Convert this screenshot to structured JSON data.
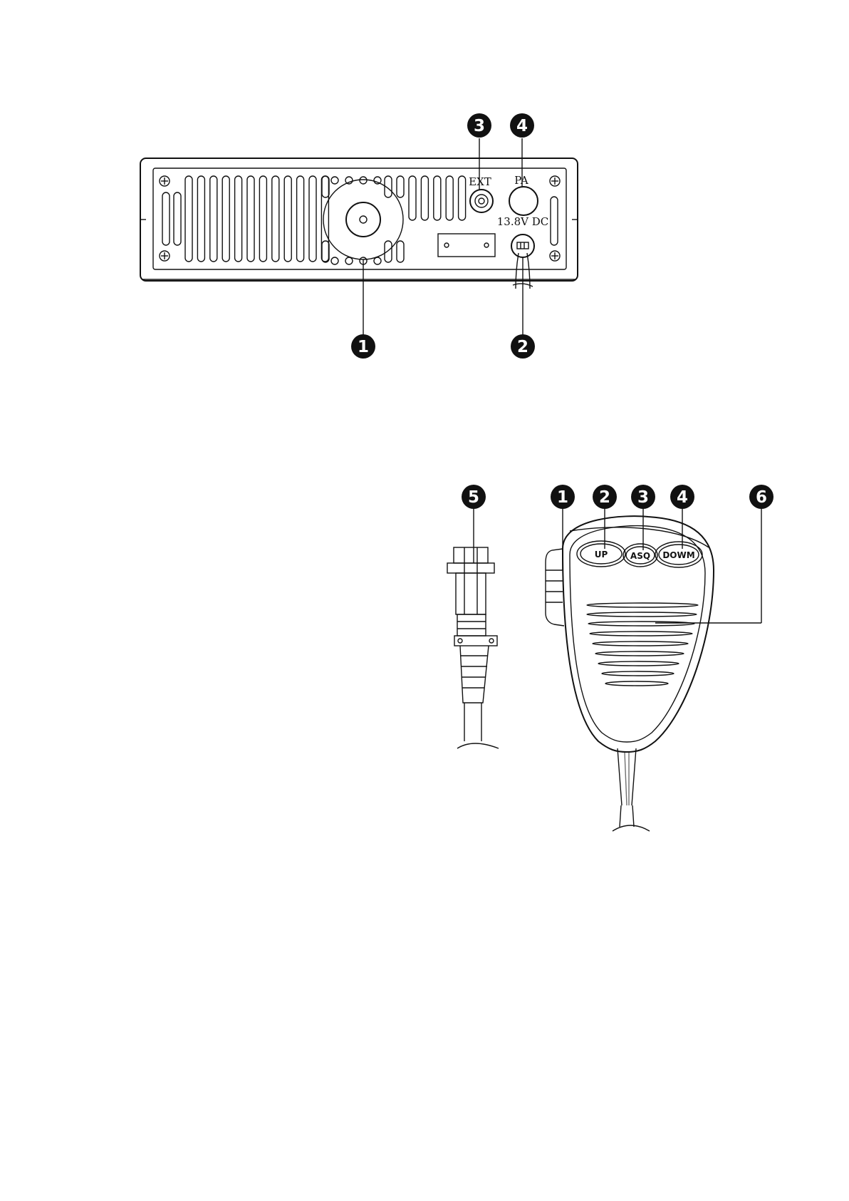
{
  "rear_panel": {
    "labels": {
      "ext": "EXT",
      "pa": "PA",
      "dc": "13.8V DC"
    },
    "callouts": [
      "1",
      "2",
      "3",
      "4"
    ]
  },
  "microphone": {
    "buttons": {
      "up": "UP",
      "asq": "ASQ",
      "down": "DOWM"
    },
    "callouts": [
      "5",
      "1",
      "2",
      "3",
      "4",
      "6"
    ]
  },
  "colors": {
    "ink": "#111111",
    "background": "#ffffff"
  }
}
